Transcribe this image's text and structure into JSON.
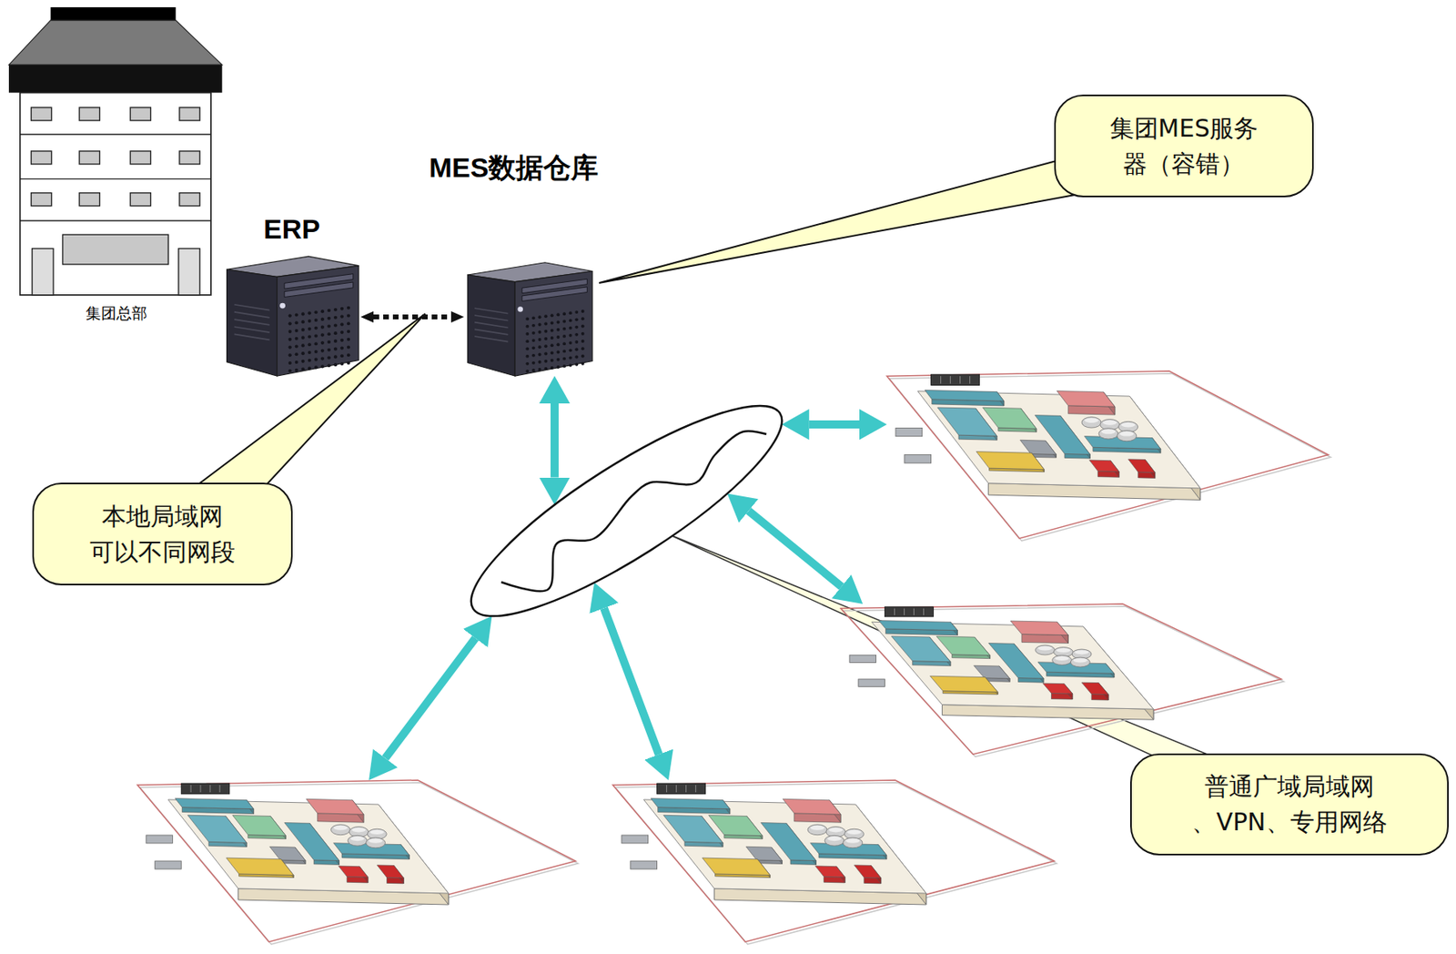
{
  "diagram": {
    "nodes": [
      {
        "text": [
          "集团总部"
        ]
      },
      {
        "text": [
          "ERP"
        ]
      },
      {
        "text": [
          "MES数据仓库"
        ]
      },
      {
        "text": [
          "集团MES服务 器（容错）"
        ]
      },
      {
        "text": [
          "本地局域网 可以不同网段"
        ]
      },
      {
        "text": []
      },
      {
        "text": []
      },
      {
        "text": []
      },
      {
        "text": [
          "普通广域局域网 、VPN、专用网络"
        ]
      },
      {
        "text": []
      },
      {
        "text": []
      }
    ],
    "edges": [
      {
        "from": 1,
        "to": 2,
        "arrow": "both"
      },
      {
        "from": 2,
        "to": 5,
        "arrow": "both"
      },
      {
        "from": 5,
        "to": 6,
        "arrow": "both"
      },
      {
        "from": 5,
        "to": 7,
        "arrow": "both"
      },
      {
        "from": 5,
        "to": 9,
        "arrow": "both"
      },
      {
        "from": 5,
        "to": 10,
        "arrow": "both"
      }
    ]
  }
}
